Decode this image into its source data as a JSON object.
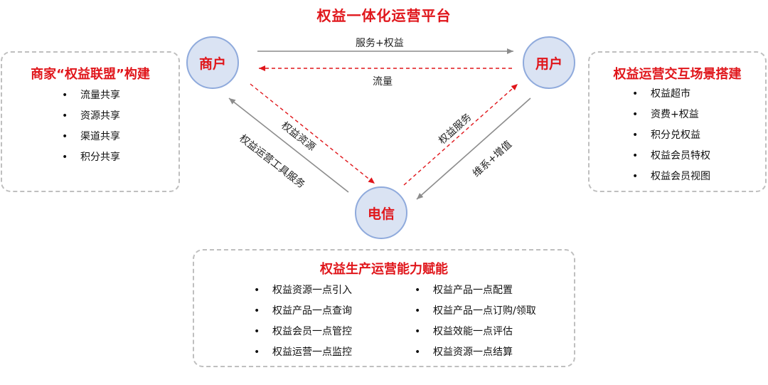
{
  "title": "权益一体化运营平台",
  "nodes": {
    "merchant": "商户",
    "user": "用户",
    "telecom": "电信"
  },
  "edges": {
    "services_rights": "服务+权益",
    "traffic": "流量",
    "rights_resources": "权益资源",
    "rights_services": "权益服务",
    "ops_tool_services": "权益运营工具服务",
    "maintain_value_add": "维系+增值"
  },
  "left_panel": {
    "title": "商家“权益联盟”构建",
    "items": [
      "流量共享",
      "资源共享",
      "渠道共享",
      "积分共享"
    ]
  },
  "right_panel": {
    "title": "权益运营交互场景搭建",
    "items": [
      "权益超市",
      "资费+权益",
      "积分兑权益",
      "权益会员特权",
      "权益会员视图"
    ]
  },
  "bottom_panel": {
    "title": "权益生产运营能力赋能",
    "left_items": [
      "权益资源一点引入",
      "权益产品一点查询",
      "权益会员一点管控",
      "权益运营一点监控"
    ],
    "right_items": [
      "权益产品一点配置",
      "权益产品一点订购/领取",
      "权益效能一点评估",
      "权益资源一点结算"
    ]
  },
  "bullet": "•",
  "colors": {
    "accent": "#e0161b",
    "node_fill": "#dae3f3",
    "node_border": "#8faadc",
    "arrow_gray": "#8c8c8c",
    "panel_border": "#bfbfbf"
  }
}
